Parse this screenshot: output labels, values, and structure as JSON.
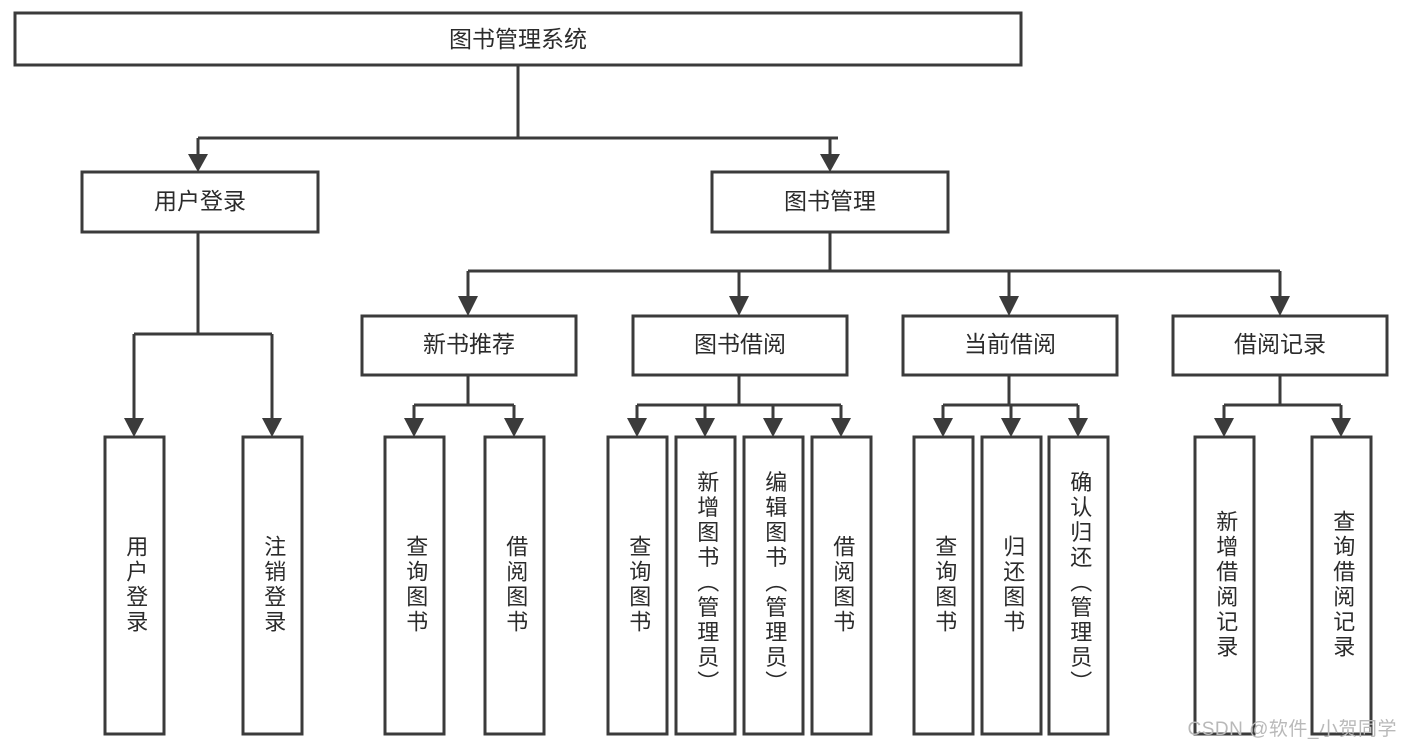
{
  "diagram": {
    "type": "tree-hierarchy-chart",
    "root": {
      "label": "图书管理系统"
    },
    "level1": [
      {
        "label": "用户登录"
      },
      {
        "label": "图书管理"
      }
    ],
    "level2": [
      {
        "label": "新书推荐"
      },
      {
        "label": "图书借阅"
      },
      {
        "label": "当前借阅"
      },
      {
        "label": "借阅记录"
      }
    ],
    "leaves": {
      "user_login": [
        {
          "label": "用户登录"
        },
        {
          "label": "注销登录"
        }
      ],
      "new_book_recommend": [
        {
          "label": "查询图书"
        },
        {
          "label": "借阅图书"
        }
      ],
      "book_borrow": [
        {
          "label": "查询图书"
        },
        {
          "label": "新增图书（管理员）"
        },
        {
          "label": "编辑图书（管理员）"
        },
        {
          "label": "借阅图书"
        }
      ],
      "current_borrow": [
        {
          "label": "查询图书"
        },
        {
          "label": "归还图书"
        },
        {
          "label": "确认归还（管理员）"
        }
      ],
      "borrow_record": [
        {
          "label": "新增借阅记录"
        },
        {
          "label": "查询借阅记录"
        }
      ]
    }
  },
  "watermark": {
    "text": "CSDN @软件_小贺同学"
  },
  "colors": {
    "stroke": "#3b3b3b",
    "box_fill": "#ffffff",
    "text": "#2b2b2b",
    "watermark": "#b9b9b9",
    "background": "#ffffff"
  }
}
